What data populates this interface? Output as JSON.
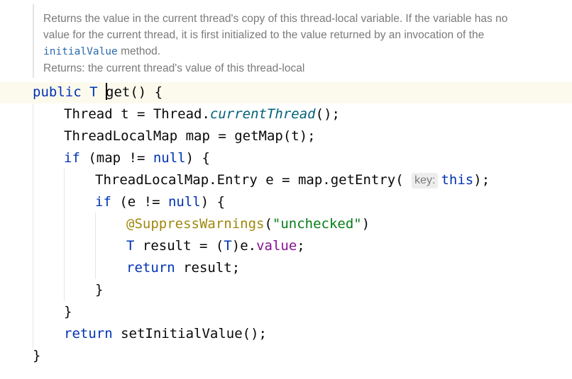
{
  "doc": {
    "para_text": "Returns the value in the current thread's copy of this thread-local variable. If the variable has no value for the current thread, it is first initialized to the value returned by an invocation of the ",
    "para_code_ref": "initialValue",
    "para_suffix": " method.",
    "returns_text": "Returns: the current thread's value of this thread-local"
  },
  "code": {
    "l1_public": "public",
    "l1_type": "T",
    "l1_method": "get",
    "l1_rest": "() {",
    "l2_a": "Thread t = Thread.",
    "l2_fn": "currentThread",
    "l2_b": "();",
    "l3": "ThreadLocalMap map = getMap(t);",
    "l4_if": "if",
    "l4_a": " (map != ",
    "l4_null": "null",
    "l4_b": ") {",
    "l5_a": "ThreadLocalMap.Entry e = map.getEntry(",
    "l5_hint": "key:",
    "l5_this": "this",
    "l5_b": ");",
    "l6_if": "if",
    "l6_a": " (e != ",
    "l6_null": "null",
    "l6_b": ") {",
    "l7_annot": "@SuppressWarnings",
    "l7_a": "(",
    "l7_str": "\"unchecked\"",
    "l7_b": ")",
    "l8_T": "T",
    "l8_a": " result = (",
    "l8_T2": "T",
    "l8_b": ")e.",
    "l8_field": "value",
    "l8_c": ";",
    "l9_return": "return",
    "l9_a": " result;",
    "l10": "}",
    "l11": "}",
    "l12_return": "return",
    "l12_a": " setInitialValue();",
    "l13": "}"
  },
  "colors": {
    "keyword": "#0033b3",
    "string": "#067d17",
    "annotation": "#9e880d",
    "field": "#871094",
    "static_method": "#00627a",
    "caret_line": "#fcfaed"
  }
}
